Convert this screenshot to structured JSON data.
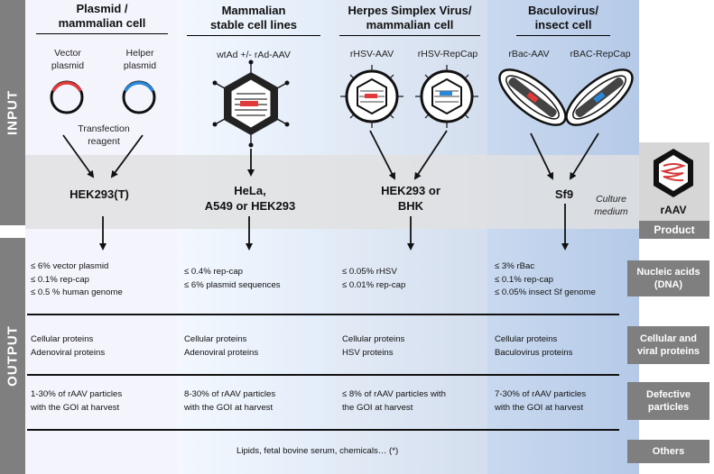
{
  "side_labels": {
    "input": "INPUT",
    "output": "OUTPUT"
  },
  "columns": [
    {
      "header": "Plasmid / mammalian cell",
      "header_line1": "Plasmid /",
      "header_line2": "mammalian cell",
      "input_labels": [
        "Vector plasmid",
        "Helper plasmid"
      ],
      "extra_label": "Transfection reagent",
      "host": "HEK293(T)",
      "nucleic_acids": [
        "≤ 6% vector plasmid",
        "≤ 0.1% rep-cap",
        "≤ 0.5 % human genome"
      ],
      "proteins": [
        "Cellular proteins",
        "Adenoviral proteins"
      ],
      "defective": [
        "1-30% of rAAV particles",
        "with the GOI at harvest"
      ]
    },
    {
      "header_line1": "Mammalian",
      "header_line2": "stable cell lines",
      "input_labels": [
        "wtAd +/- rAd-AAV"
      ],
      "host_line1": "HeLa,",
      "host_line2": "A549 or HEK293",
      "nucleic_acids": [
        "≤ 0.4% rep-cap",
        "≤ 6% plasmid sequences"
      ],
      "proteins": [
        "Cellular proteins",
        "Adenoviral proteins"
      ],
      "defective": [
        "8-30% of rAAV particles",
        "with the GOI at harvest"
      ]
    },
    {
      "header_line1": "Herpes Simplex Virus/",
      "header_line2": "mammalian cell",
      "input_labels": [
        "rHSV-AAV",
        "rHSV-RepCap"
      ],
      "host_line1": "HEK293 or",
      "host_line2": "BHK",
      "nucleic_acids": [
        "≤ 0.05% rHSV",
        "≤ 0.01% rep-cap"
      ],
      "proteins": [
        "Cellular proteins",
        "HSV proteins"
      ],
      "defective": [
        "≤ 8% of rAAV particles with",
        "the GOI at harvest"
      ]
    },
    {
      "header_line1": "Baculovirus/",
      "header_line2": "insect cell",
      "input_labels": [
        "rBac-AAV",
        "rBAC-RepCap"
      ],
      "host": "Sf9",
      "nucleic_acids": [
        "≤ 3% rBac",
        "≤ 0.1% rep-cap",
        "≤ 0.05% insect Sf genome"
      ],
      "proteins": [
        "Cellular proteins",
        "Baculovirus proteins"
      ],
      "defective": [
        "7-30% of rAAV particles",
        "with the GOI at harvest"
      ]
    }
  ],
  "culture_medium": {
    "line1": "Culture",
    "line2": "medium"
  },
  "product": {
    "name": "rAAV",
    "label": "Product"
  },
  "categories": {
    "nucleic_acids": {
      "line1": "Nucleic acids",
      "line2": "(DNA)"
    },
    "proteins": {
      "line1": "Cellular and",
      "line2": "viral proteins"
    },
    "defective": {
      "line1": "Defective",
      "line2": "particles"
    },
    "others": "Others"
  },
  "others_text": "Lipids, fetal bovine serum, chemicals… (*)",
  "colors": {
    "side": "#7f7f7f",
    "col1": "#f4f4fd",
    "col2": "#e6f0fb",
    "col3": "#dae5f2",
    "col4": "#bccfea",
    "red": "#e03a3a",
    "blue": "#2b86d6"
  }
}
